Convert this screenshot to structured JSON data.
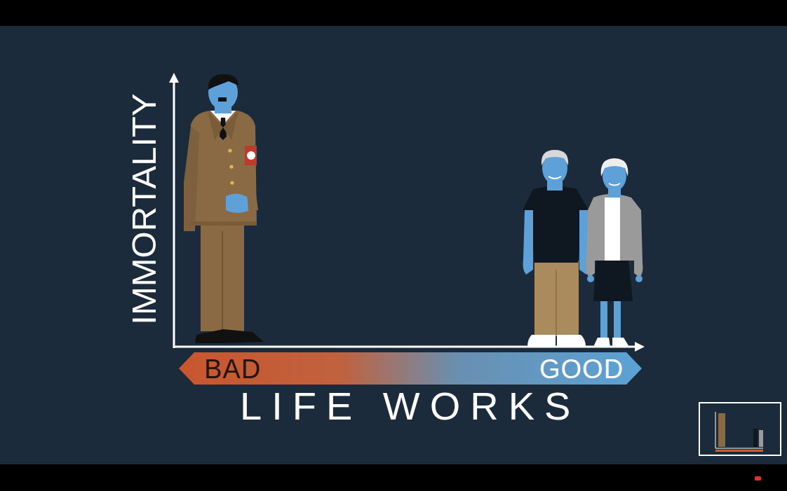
{
  "diagram": {
    "nodes": [
      {
        "text": [
          "BAD",
          "GOOD"
        ]
      }
    ],
    "labels": [
      "IMMORTALITY",
      "LIFE WORKS"
    ]
  }
}
